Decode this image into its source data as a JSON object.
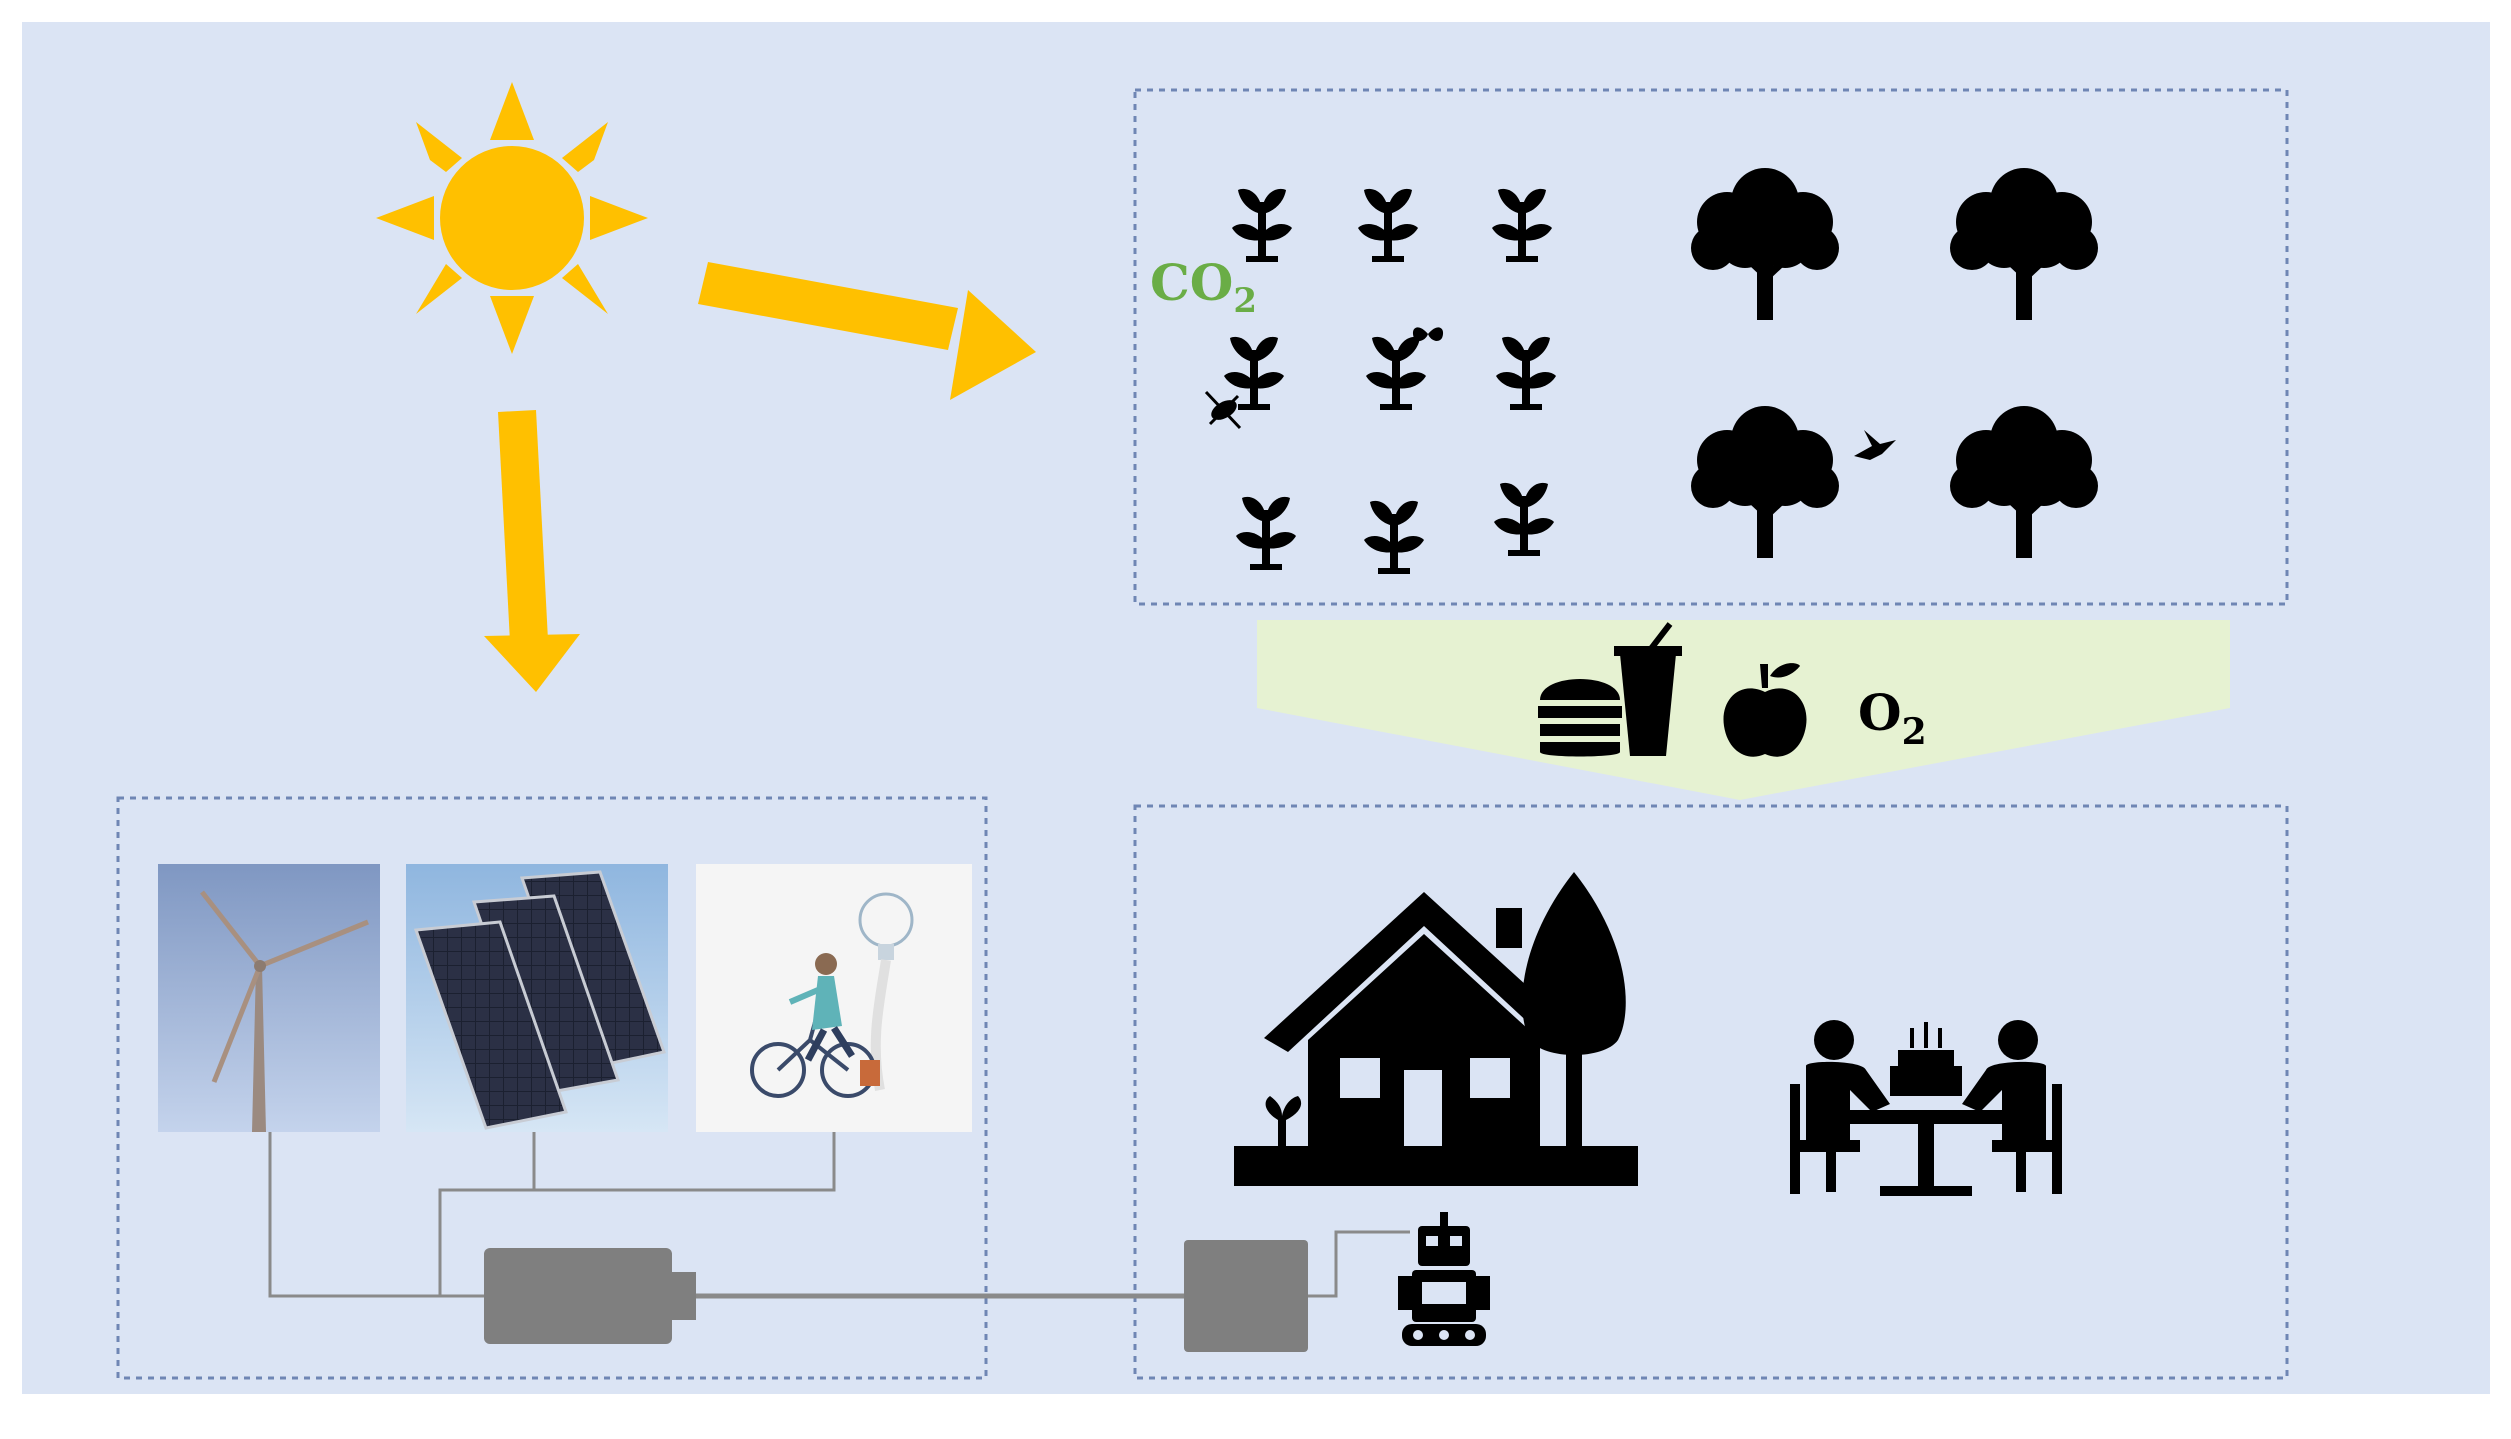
{
  "labels": {
    "co2_main": "CO",
    "co2_sub": "2",
    "o2_main": "O",
    "o2_sub": "2"
  },
  "colors": {
    "background": "#dbe4f4",
    "sun": "#ffc000",
    "arrow": "#ffc000",
    "box_border": "#6f86b4",
    "co2_text": "#6aad46",
    "funnel": "#e6f2d2",
    "icon": "#000000",
    "battery": "#7f7f7f",
    "wire": "#8a8a8a"
  },
  "icons": {
    "sun": "sun-icon",
    "small_plants": "seedling-icon",
    "trees": "tree-icon",
    "food": "fast-food-icon",
    "fruit": "apple-icon",
    "house": "house-with-tree-icon",
    "people": "people-dining-icon",
    "robot": "robot-icon",
    "battery": "battery-icon",
    "converter": "converter-box-icon",
    "wind": "wind-turbine-picture",
    "solar": "solar-panel-picture",
    "bike": "bicycle-generator-picture",
    "insect": "insect-icon",
    "bird": "bird-icon"
  }
}
